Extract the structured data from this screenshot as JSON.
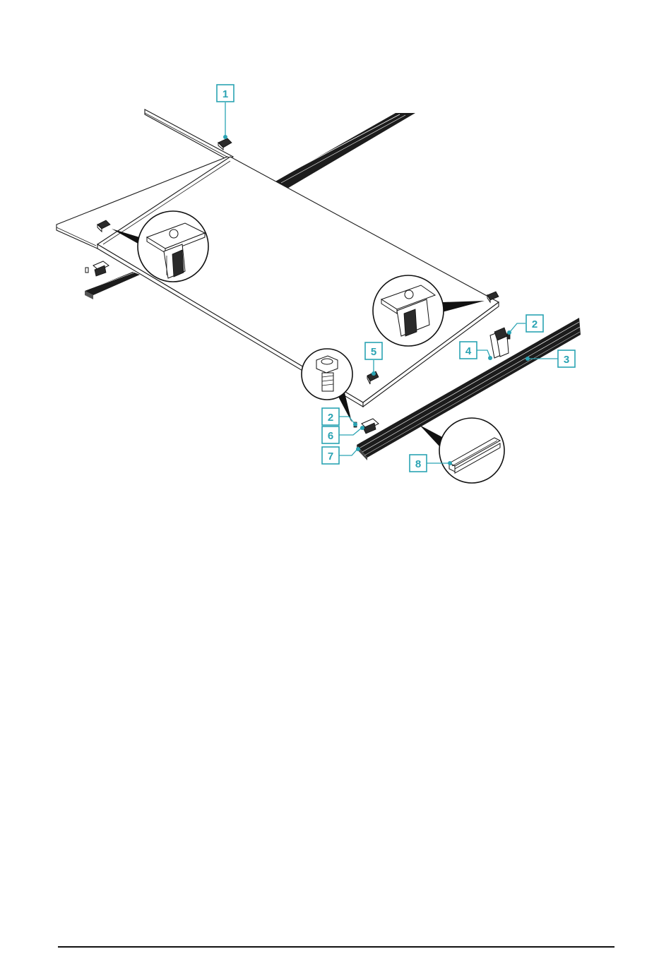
{
  "colors": {
    "accent": "#2aa3b3",
    "line": "#1a1a1a",
    "background": "#ffffff"
  },
  "callouts": [
    {
      "id": "c1",
      "label": "1"
    },
    {
      "id": "c2a",
      "label": "2"
    },
    {
      "id": "c3",
      "label": "3"
    },
    {
      "id": "c4",
      "label": "4"
    },
    {
      "id": "c5",
      "label": "5"
    },
    {
      "id": "c2b",
      "label": "2"
    },
    {
      "id": "c6",
      "label": "6"
    },
    {
      "id": "c7",
      "label": "7"
    },
    {
      "id": "c8",
      "label": "8"
    }
  ]
}
